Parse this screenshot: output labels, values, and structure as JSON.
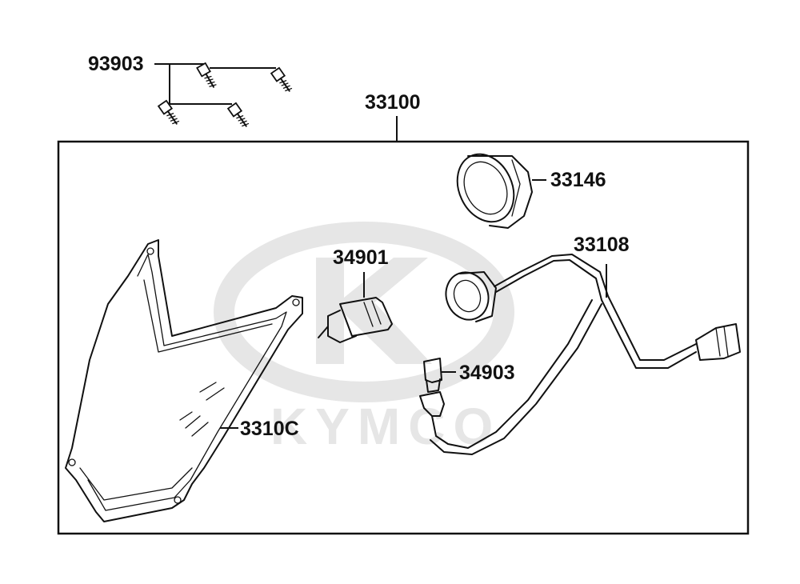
{
  "watermark": {
    "text": "KYMCO",
    "color": "#e6e6e6"
  },
  "colors": {
    "ink": "#111111",
    "background": "#ffffff"
  },
  "labels": {
    "p93903": "93903",
    "p33100": "33100",
    "p33146": "33146",
    "p33108": "33108",
    "p34901": "34901",
    "p34903": "34903",
    "p3310C": "3310C"
  }
}
